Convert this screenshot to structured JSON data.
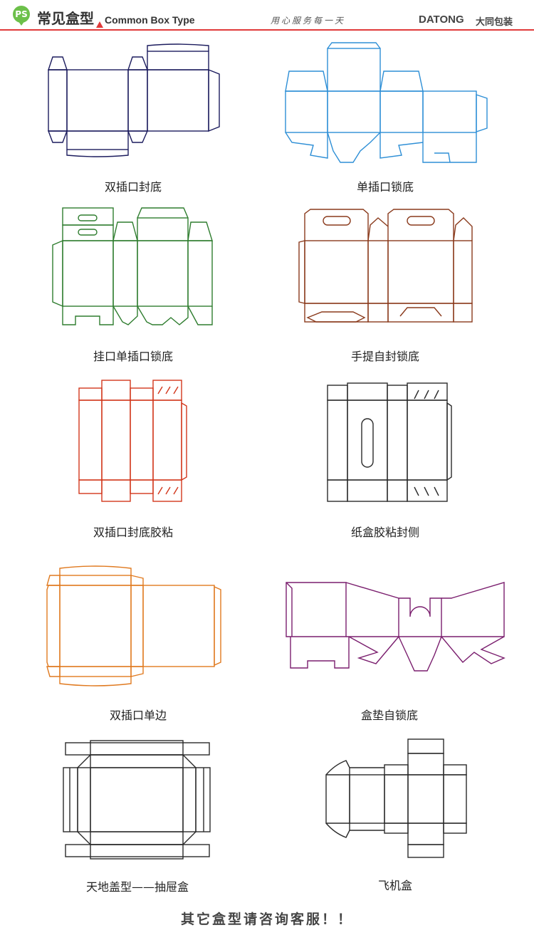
{
  "header": {
    "logo_text": "PS",
    "title_cn": "常见盒型",
    "title_en": "Common Box Type",
    "slogan": "用心服务每一天",
    "brand": "DATONG",
    "brand_cn": "大同包装"
  },
  "boxes": [
    {
      "label": "双插口封底",
      "color": "#1c1c5e"
    },
    {
      "label": "单插口锁底",
      "color": "#2e8fd6"
    },
    {
      "label": "挂口单插口锁底",
      "color": "#2f7d2f"
    },
    {
      "label": "手提自封锁底",
      "color": "#8a3a1c"
    },
    {
      "label": "双插口封底胶粘",
      "color": "#d2371c"
    },
    {
      "label": "纸盒胶粘封侧",
      "color": "#2a2a2a"
    },
    {
      "label": "双插口单边",
      "color": "#e07a20"
    },
    {
      "label": "盒垫自锁底",
      "color": "#7a1e6e"
    },
    {
      "label": "天地盖型——抽屉盒",
      "color": "#2a2a2a"
    },
    {
      "label": "飞机盒",
      "color": "#2a2a2a"
    }
  ],
  "footer": "其它盒型请咨询客服！！"
}
